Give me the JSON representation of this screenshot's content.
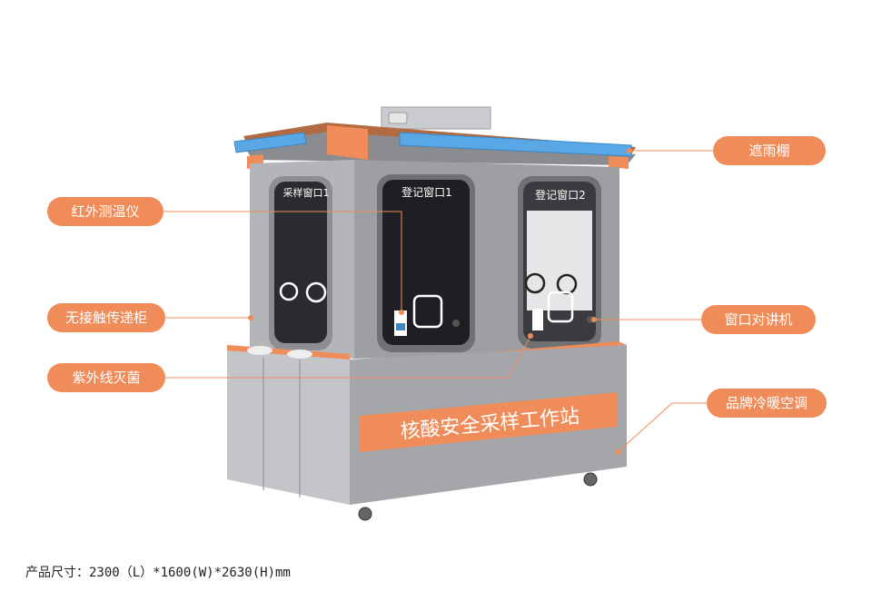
{
  "callouts": {
    "canopy": "遮雨棚",
    "thermometer": "红外测温仪",
    "pass_box": "无接触传递柜",
    "uv_lamp": "紫外线灭菌",
    "intercom": "窗口对讲机",
    "ac": "品牌冷暖空调"
  },
  "booth": {
    "window_sampling_1": "采样窗口1",
    "window_register_1": "登记窗口1",
    "window_register_2": "登记窗口2",
    "banner": "核酸安全采样工作站"
  },
  "footer": {
    "dimensions": "产品尺寸：2300（L）*1600(W)*2630(H)mm"
  },
  "colors": {
    "accent": "#f08c5a",
    "canopy_blue": "#5aa7e6",
    "body_gray": "#9d9fa3"
  }
}
